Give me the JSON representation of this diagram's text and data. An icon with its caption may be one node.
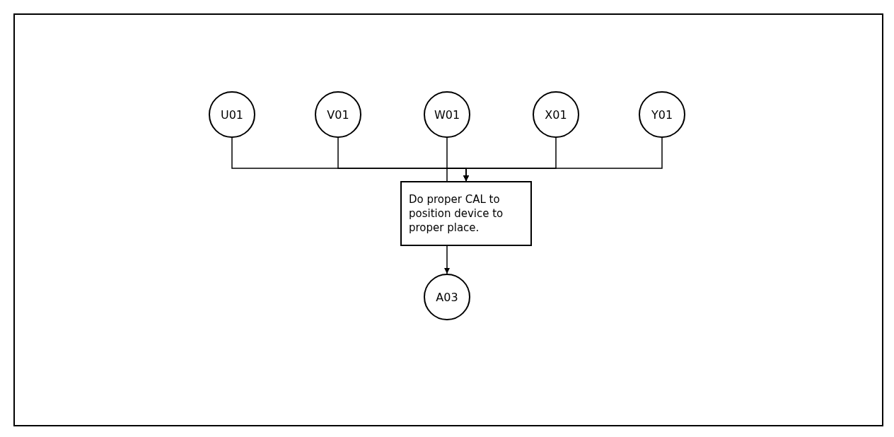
{
  "diagram": {
    "nodes": [
      {
        "text": [
          "U01"
        ]
      },
      {
        "text": [
          "V01"
        ]
      },
      {
        "text": [
          "W01"
        ]
      },
      {
        "text": [
          "X01"
        ]
      },
      {
        "text": [
          "Y01"
        ]
      },
      {
        "text": [
          "Do proper CAL to position device to proper place."
        ]
      },
      {
        "text": [
          "A03"
        ]
      }
    ],
    "edges": [
      {
        "from": 0,
        "to": 5,
        "arrow": "to"
      },
      {
        "from": 1,
        "to": 5,
        "arrow": "to"
      },
      {
        "from": 2,
        "to": 5,
        "arrow": "to"
      },
      {
        "from": 3,
        "to": 5,
        "arrow": "to"
      },
      {
        "from": 4,
        "to": 5,
        "arrow": "to"
      },
      {
        "from": 5,
        "to": 6,
        "arrow": "to"
      }
    ]
  }
}
